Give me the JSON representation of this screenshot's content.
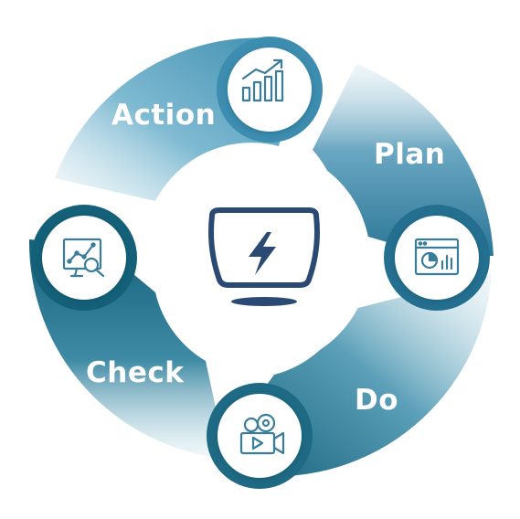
{
  "cycle": {
    "center_icon": "monitor-lightning-icon",
    "stages": [
      {
        "key": "plan",
        "label": "Plan",
        "icon": "dashboard-window-chart-icon",
        "color": "#2f7898"
      },
      {
        "key": "do",
        "label": "Do",
        "icon": "video-camera-icon",
        "color": "#1f6a82"
      },
      {
        "key": "check",
        "label": "Check",
        "icon": "analytics-magnifier-icon",
        "color": "#1d6479"
      },
      {
        "key": "action",
        "label": "Action",
        "icon": "growth-bar-chart-icon",
        "color": "#5aa9c6"
      }
    ]
  },
  "colors": {
    "icon_stroke": "#3a7d9a",
    "icon_stroke_center": "#2b4a73",
    "disc_fill": "#ffffff"
  }
}
